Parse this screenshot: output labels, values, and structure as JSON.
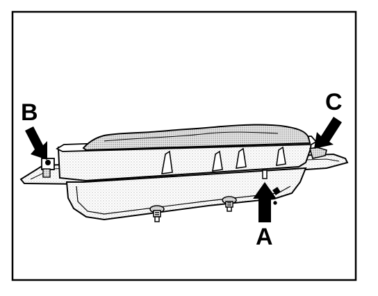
{
  "diagram": {
    "labels": {
      "a": "A",
      "b": "B",
      "c": "C"
    },
    "colors": {
      "ink": "#000000",
      "paper": "#ffffff",
      "shade": "#cfcfcf"
    }
  }
}
